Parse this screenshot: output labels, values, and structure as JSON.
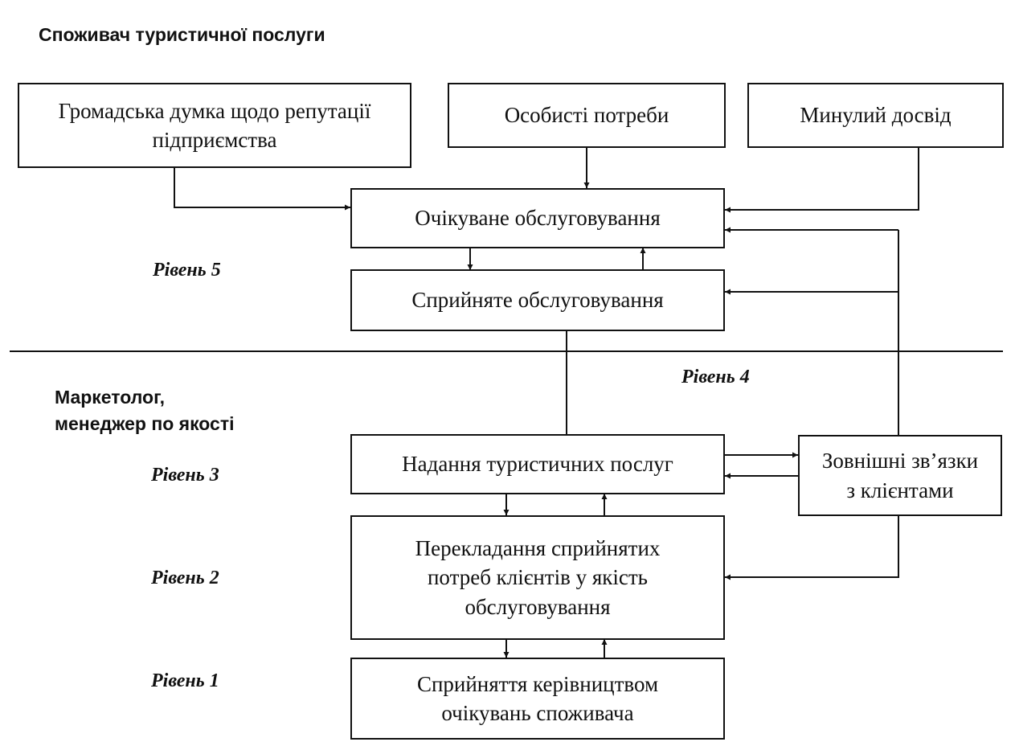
{
  "headings": {
    "consumer": "Споживач туристичної послуги",
    "marketer": "Маркетолог,\nменеджер по якості"
  },
  "levels": {
    "level5": "Рівень 5",
    "level4": "Рівень 4",
    "level3": "Рівень 3",
    "level2": "Рівень 2",
    "level1": "Рівень 1"
  },
  "boxes": {
    "public_opinion": "Громадська думка щодо репутації\nпідприємства",
    "personal_needs": "Особисті потреби",
    "past_experience": "Минулий досвід",
    "expected_service": "Очікуване обслуговування",
    "perceived_service": "Сприйняте обслуговування",
    "service_delivery": "Надання туристичних послуг",
    "external_communications": "Зовнішні зв’язки\nз клієнтами",
    "translation": "Перекладання сприйнятих\nпотреб клієнтів у якість\nобслуговування",
    "management_perception": "Сприйняття керівництвом\nочікувань споживача"
  }
}
